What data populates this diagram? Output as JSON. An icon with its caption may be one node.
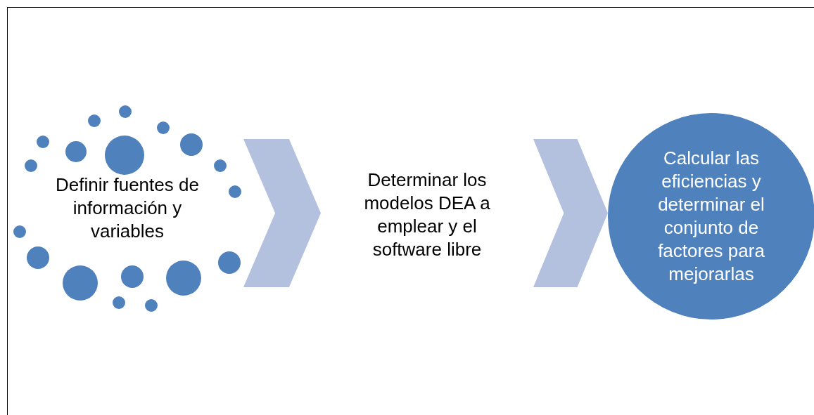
{
  "diagram": {
    "nodes": [
      {
        "text": [
          "Definir fuentes de información y variables"
        ]
      },
      {
        "text": [
          "Determinar los modelos DEA a emplear y el software libre"
        ]
      },
      {
        "text": [
          "Calcular las eficiencias y determinar el conjunto de factores para mejorarlas"
        ]
      }
    ],
    "edges": [
      {
        "from": 0,
        "to": 1,
        "arrow": "to"
      },
      {
        "from": 1,
        "to": 2,
        "arrow": "to"
      }
    ]
  }
}
